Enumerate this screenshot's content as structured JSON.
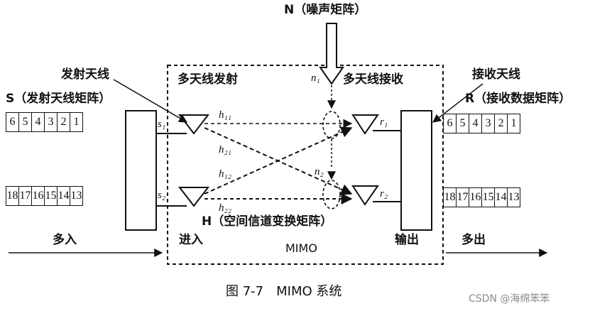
{
  "labels": {
    "noise": "N（噪声矩阵）",
    "tx_antenna": "发射天线",
    "rx_antenna": "接收天线",
    "s_matrix": "S（发射天线矩阵）",
    "r_matrix": "R（接收数据矩阵）",
    "multi_tx": "多天线发射",
    "multi_rx": "多天线接收",
    "h_matrix": "H（空间信道变换矩阵）",
    "multi_in": "多入",
    "multi_out": "多出",
    "enter": "进入",
    "output": "输出",
    "mimo": "MIMO",
    "n1": "n₁",
    "n2": "n₂",
    "s1": "s₁",
    "s2": "s₂",
    "r1": "r₁",
    "r2": "r₂",
    "h11": "h₁₁",
    "h21": "h₂₁",
    "h12": "h₁₂",
    "h22": "h₂₂"
  },
  "streams": {
    "tx_top": [
      "6",
      "5",
      "4",
      "3",
      "2",
      "1"
    ],
    "tx_bottom": [
      "18",
      "17",
      "16",
      "15",
      "14",
      "13"
    ],
    "rx_top": [
      "6",
      "5",
      "4",
      "3",
      "2",
      "1"
    ],
    "rx_bottom": [
      "18",
      "17",
      "16",
      "15",
      "14",
      "13"
    ]
  },
  "caption": "图 7-7　MIMO 系统",
  "watermark": "CSDN @海绵笨笨"
}
